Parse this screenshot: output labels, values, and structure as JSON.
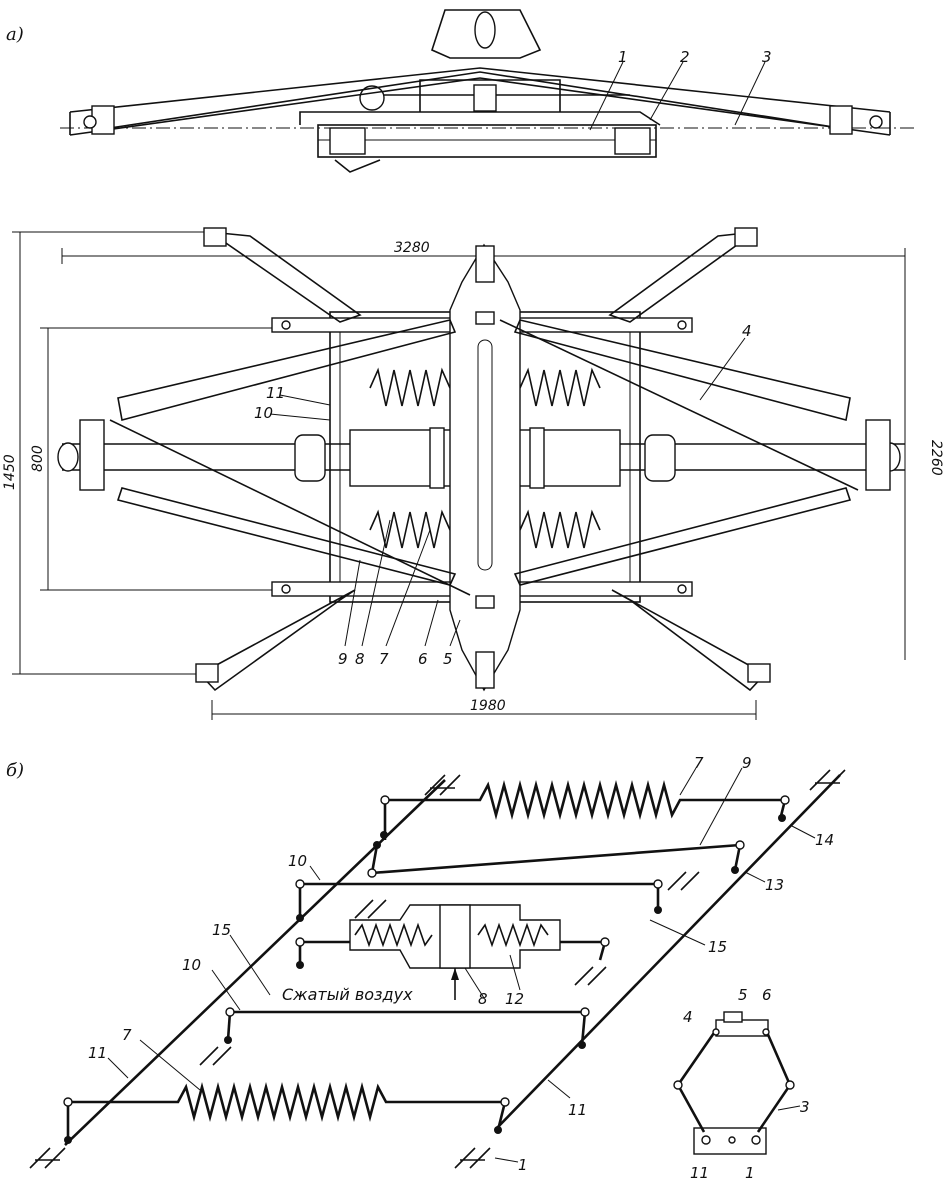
{
  "panels": {
    "a": "а)",
    "b": "б)"
  },
  "dimensions": {
    "width_top": "3280",
    "width_bottom": "1980",
    "height_left": "1450",
    "height_inner": "800",
    "height_right": "2260"
  },
  "labels_a_side": [
    "1",
    "2",
    "3"
  ],
  "labels_a_plan": {
    "l4": "4",
    "l5": "5",
    "l6": "6",
    "l7": "7",
    "l8": "8",
    "l9": "9",
    "l10": "10",
    "l11": "11"
  },
  "labels_b": {
    "spring_top": "7",
    "rod_top": "9",
    "l14": "14",
    "l13": "13",
    "l10_top": "10",
    "l15_left": "15",
    "l15_right": "15",
    "l10_low": "10",
    "l7_low": "7",
    "l11_left": "11",
    "l11_right": "11",
    "l8": "8",
    "l12": "12",
    "l1": "1"
  },
  "caption_air": "Сжатый воздух",
  "labels_inset": {
    "l4": "4",
    "l5": "5",
    "l6": "6",
    "l3": "3",
    "l11": "11",
    "l1": "1"
  }
}
